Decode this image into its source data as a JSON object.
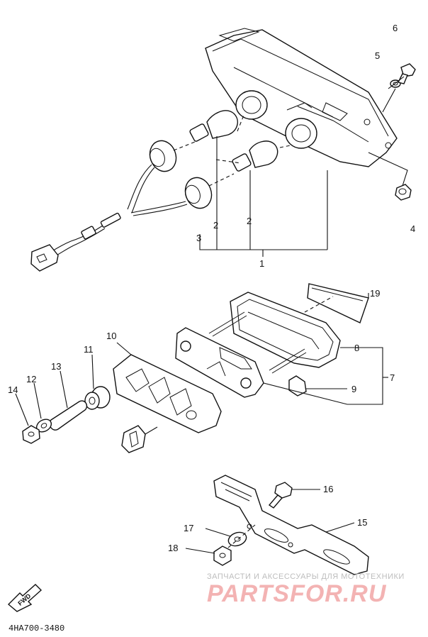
{
  "callouts": {
    "n1": "1",
    "n2a": "2",
    "n2b": "2",
    "n3": "3",
    "n4": "4",
    "n5": "5",
    "n6": "6",
    "n7": "7",
    "n8": "8",
    "n9": "9",
    "n10": "10",
    "n11": "11",
    "n12": "12",
    "n13": "13",
    "n14": "14",
    "n15": "15",
    "n16": "16",
    "n17": "17",
    "n18": "18",
    "n19": "19"
  },
  "watermark": {
    "tagline": "ЗАПЧАСТИ И АКСЕССУАРЫ ДЛЯ МОТОТЕХНИКИ",
    "brand": "PARTSFOR.RU"
  },
  "fwd_label": "FWD",
  "diagram_code": "4HA700-3480"
}
